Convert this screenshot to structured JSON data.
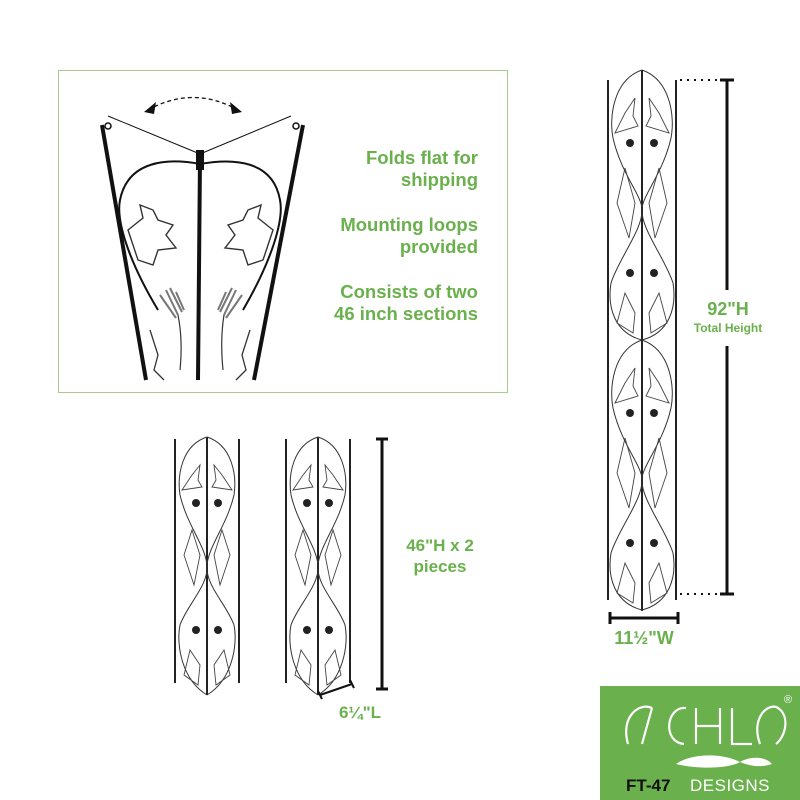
{
  "features": {
    "items": [
      {
        "line1": "Folds flat for",
        "line2": "shipping"
      },
      {
        "line1": "Mounting loops",
        "line2": "provided"
      },
      {
        "line1": "Consists of two",
        "line2": "46 inch sections"
      }
    ]
  },
  "dimensions": {
    "total_height": "92\"H",
    "total_height_caption": "Total Height",
    "width": "11½\"W",
    "section_height_line1": "46\"H x 2",
    "section_height_line2": "pieces",
    "depth": "6¼\"L"
  },
  "logo": {
    "brand": "ACHLA",
    "registered": "®",
    "model": "FT-47",
    "suffix": "DESIGNS"
  },
  "colors": {
    "accent_green": "#6ab04c",
    "box_border": "#a6cc8e",
    "ink": "#1a1a1a"
  }
}
